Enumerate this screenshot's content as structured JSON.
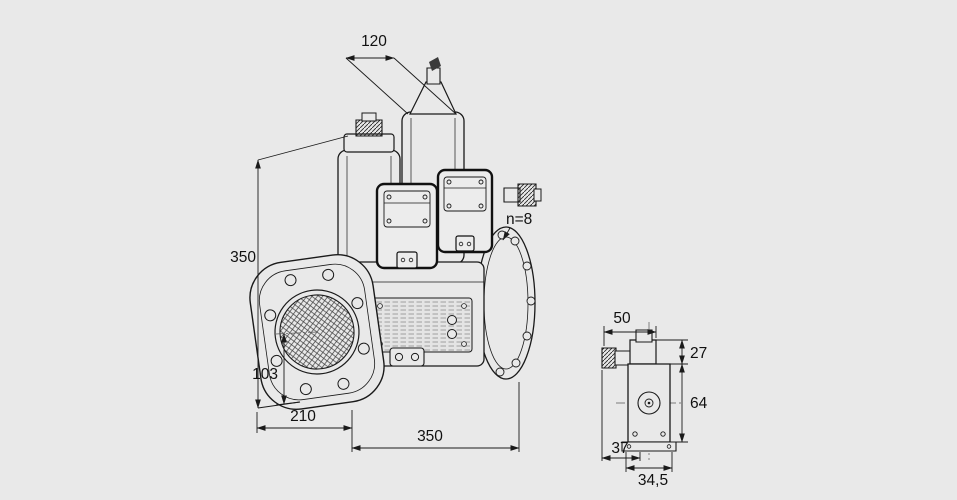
{
  "colors": {
    "background": "#e9e9e9",
    "line": "#1a1a1a"
  },
  "main_view": {
    "dims": {
      "top_width": "120",
      "overall_height": "350",
      "axis_height": "103",
      "flange_width": "210",
      "overall_length": "350",
      "bolt_count": "n=8"
    }
  },
  "side_view": {
    "dims": {
      "top_width": "50",
      "connector_height": "27",
      "body_height": "64",
      "depth": "37",
      "base_width": "34,5"
    }
  }
}
